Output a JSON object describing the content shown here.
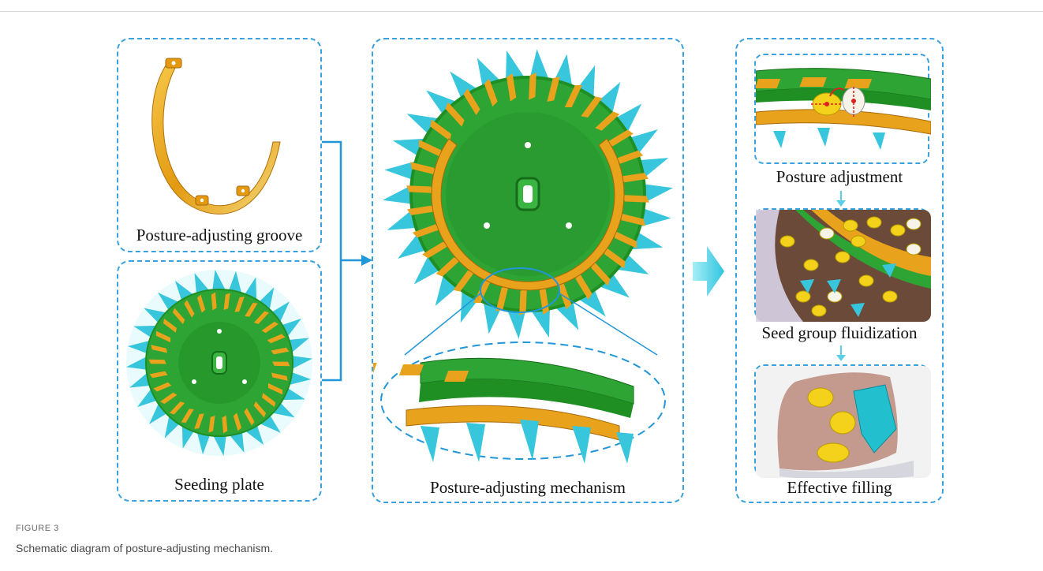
{
  "panels": {
    "groove": {
      "label": "Posture-adjusting groove"
    },
    "plate": {
      "label": "Seeding plate"
    },
    "mechanism": {
      "label": "Posture-adjusting mechanism"
    },
    "adjustment": {
      "label": "Posture adjustment"
    },
    "fluidization": {
      "label": "Seed group fluidization"
    },
    "filling": {
      "label": "Effective filling"
    }
  },
  "caption": {
    "figure_label": "FIGURE 3",
    "text": "Schematic diagram of posture-adjusting mechanism."
  },
  "colors": {
    "border": "#3aa0de",
    "plate_green": "#1f8f24",
    "slot_orange": "#e9a21c",
    "tooth_cyan": "#37c6dc",
    "seed_yellow": "#f4d21b"
  },
  "icons": [
    "groove-ring-illustration",
    "seeding-plate-illustration",
    "mechanism-illustration",
    "flow-arrow-icon"
  ]
}
